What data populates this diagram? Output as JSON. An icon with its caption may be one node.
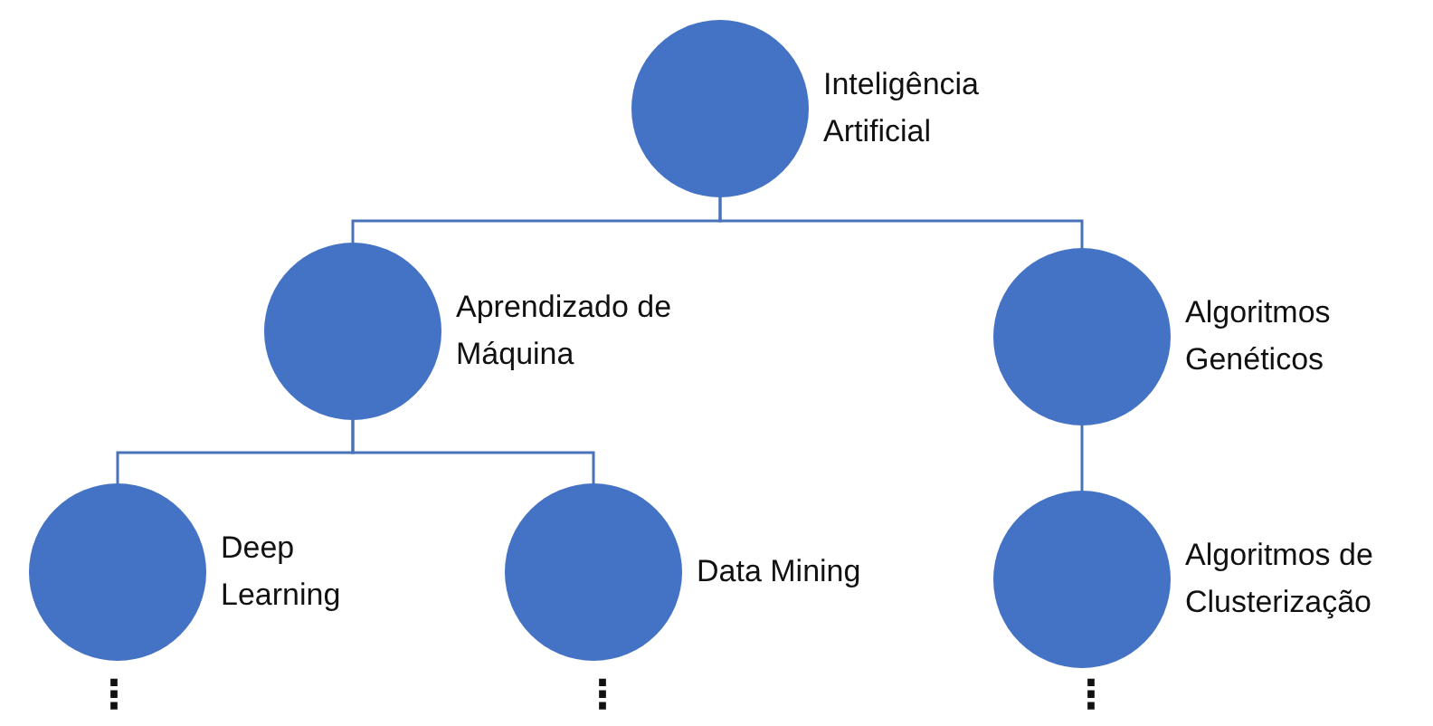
{
  "diagram": {
    "nodes": [
      {
        "text": [
          "Inteligência Artificial"
        ]
      },
      {
        "text": [
          "Aprendizado de Máquina"
        ]
      },
      {
        "text": [
          "Algoritmos Genéticos"
        ]
      },
      {
        "text": [
          "Deep Learning"
        ]
      },
      {
        "text": [
          "Data Mining"
        ]
      },
      {
        "text": [
          "Algoritmos de Clusterização"
        ]
      }
    ],
    "edges": [
      {
        "from": 0,
        "to": 1,
        "arrow": "none"
      },
      {
        "from": 0,
        "to": 2,
        "arrow": "none"
      },
      {
        "from": 1,
        "to": 3,
        "arrow": "none"
      },
      {
        "from": 1,
        "to": 4,
        "arrow": "none"
      },
      {
        "from": 2,
        "to": 5,
        "arrow": "none"
      }
    ],
    "labels": [
      "⋮",
      "⋮",
      "⋮"
    ]
  }
}
